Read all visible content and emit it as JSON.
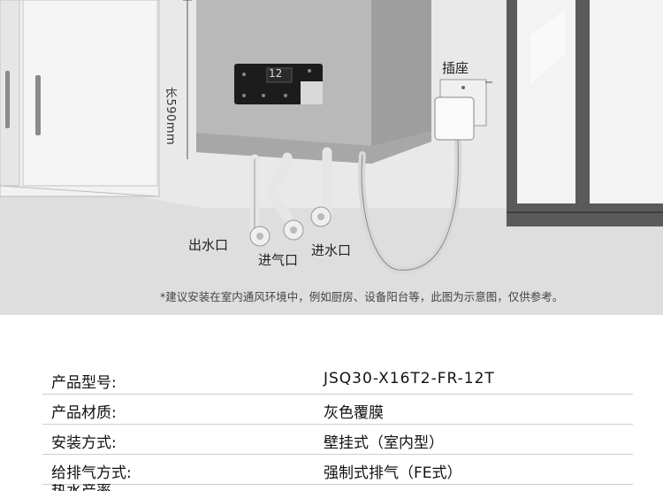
{
  "illustration": {
    "socket_label": "插座",
    "dimension_label": "长590mm",
    "outlet_water_label": "出水口",
    "inlet_gas_label": "进气口",
    "inlet_water_label": "进水口",
    "display_reading": "12",
    "caption": "*建议安装在室内通风环境中，例如厨房、设备阳台等，此图为示意图，仅供参考。",
    "colors": {
      "background": "#e9e9e9",
      "floor": "#d6d6d6",
      "heater_body": "#b9b9b9",
      "panel": "#1c1c1c"
    }
  },
  "specs": [
    {
      "key": "产品型号:",
      "value": "JSQ30-X16T2-FR-12T"
    },
    {
      "key": "产品材质:",
      "value": "灰色覆膜"
    },
    {
      "key": "安装方式:",
      "value": "壁挂式（室内型）"
    },
    {
      "key": "给排气方式:",
      "value": "强制式排气（FE式）"
    }
  ],
  "partial_row_key": "热水产率"
}
